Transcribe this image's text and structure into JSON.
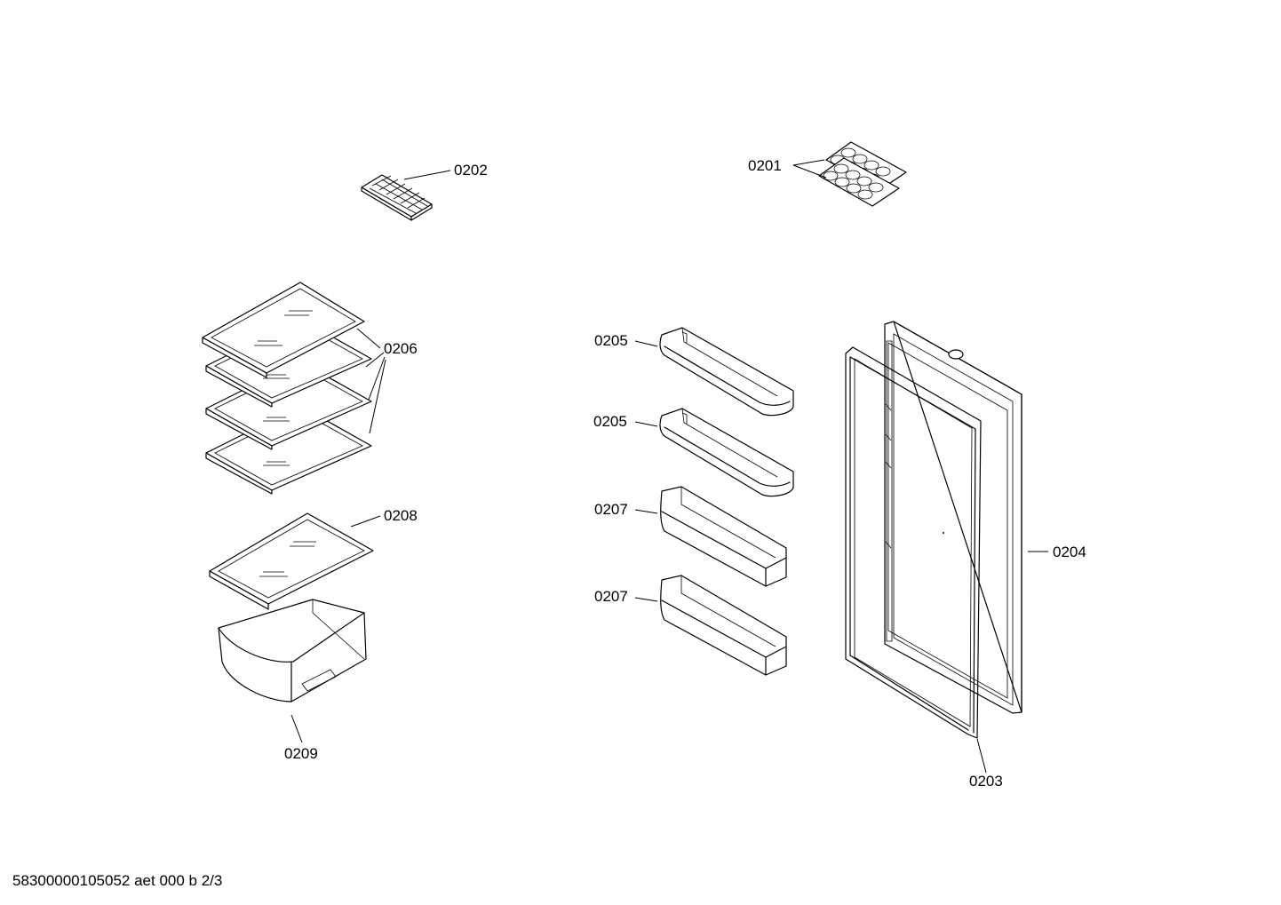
{
  "diagram": {
    "footer": "58300000105052 aet 000 b 2/3",
    "parts": {
      "p0201": "0201",
      "p0202": "0202",
      "p0203": "0203",
      "p0204": "0204",
      "p0205a": "0205",
      "p0205b": "0205",
      "p0206": "0206",
      "p0207a": "0207",
      "p0207b": "0207",
      "p0208": "0208",
      "p0209": "0209"
    }
  }
}
